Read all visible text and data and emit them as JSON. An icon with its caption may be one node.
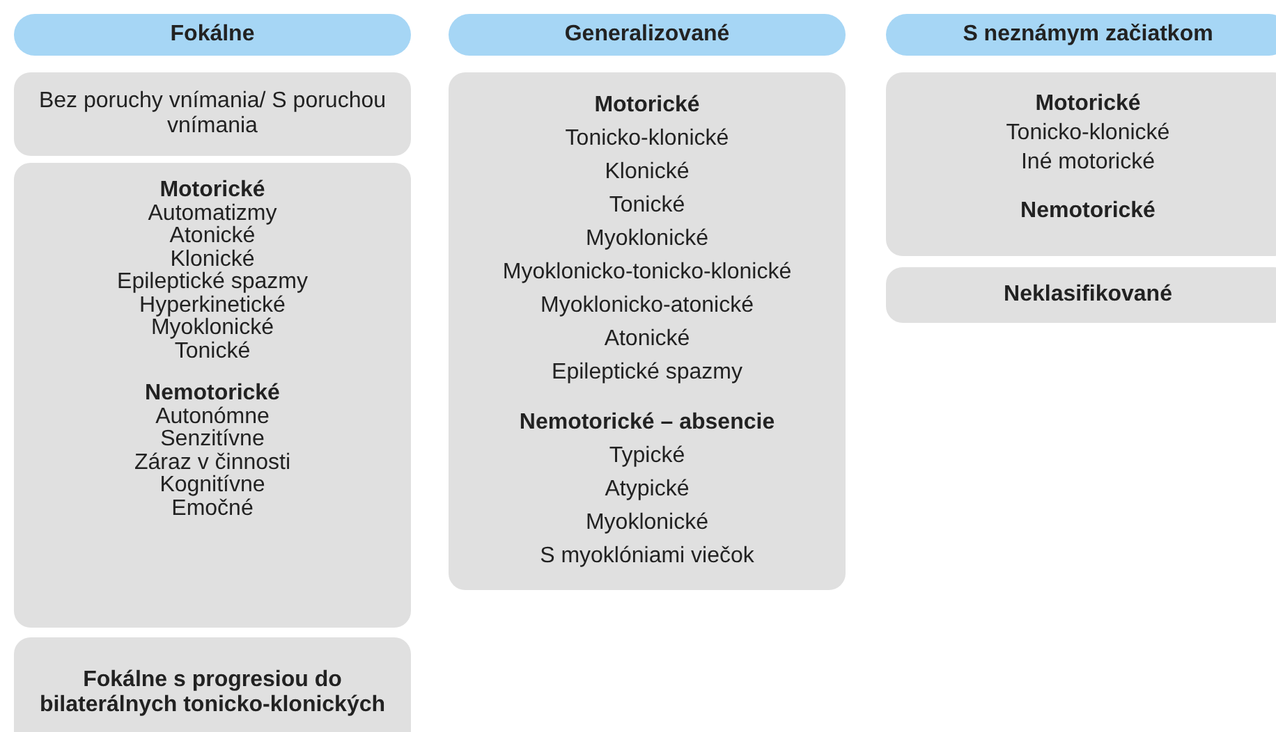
{
  "diagram": {
    "nodes": [
      {
        "text": [
          "Fokálne"
        ]
      },
      {
        "text": [
          "Bez poruchy vnímania/ S poruchou vnímania"
        ]
      },
      {
        "text": [],
        "shape": "box"
      },
      {
        "text": [
          "Motorické",
          "Automatizmy",
          "Atonické",
          "Klonické",
          "Epileptické spazmy",
          "Hyperkinetické",
          "Myoklonické",
          "Tonické"
        ],
        "in": 2
      },
      {
        "text": [
          "Nemotorické",
          "Autonómne",
          "Senzitívne",
          "Záraz v činnosti",
          "Kognitívne",
          "Emočné"
        ],
        "in": 2
      },
      {
        "text": [
          "Fokálne s progresiou do bilaterálnych tonicko-klonických"
        ]
      },
      {
        "text": [
          "Generalizované"
        ]
      },
      {
        "text": [],
        "shape": "box"
      },
      {
        "text": [
          "Motorické",
          "Tonicko-klonické",
          "Klonické",
          "Tonické",
          "Myoklonické",
          "Myoklonicko-tonicko-klonické",
          "Myoklonicko-atonické",
          "Atonické",
          "Epileptické spazmy"
        ],
        "in": 7
      },
      {
        "text": [
          "Nemotorické – absencie",
          "Typické",
          "Atypické",
          "Myoklonické",
          "S myoklóniami viečok"
        ],
        "in": 7
      },
      {
        "text": [
          "S neznámym začiatkom"
        ]
      },
      {
        "text": [],
        "shape": "box"
      },
      {
        "text": [
          "Motorické",
          "Tonicko-klonické",
          "Iné motorické"
        ],
        "in": 11
      },
      {
        "text": [
          "Nemotorické"
        ],
        "in": 11
      },
      {
        "text": [
          "Neklasifikované"
        ]
      }
    ]
  }
}
